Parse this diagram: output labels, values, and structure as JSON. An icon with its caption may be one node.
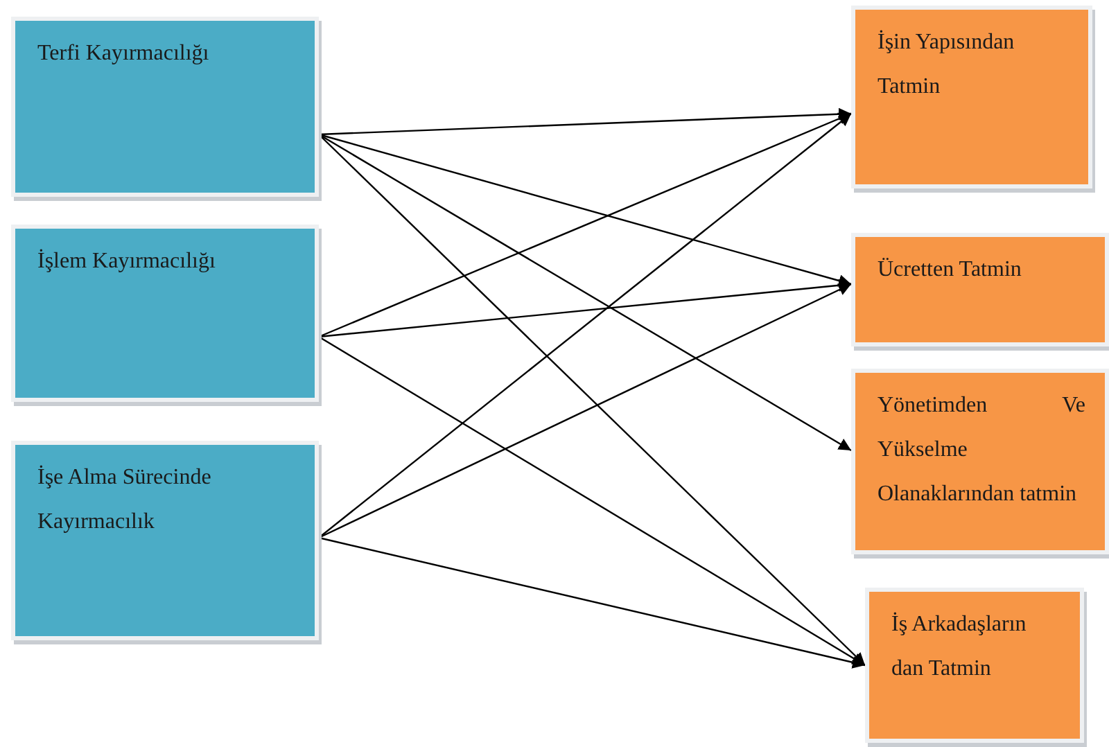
{
  "diagram": {
    "nodes": [
      {
        "text": [
          "Terfi Kayırmacılığı"
        ]
      },
      {
        "text": [
          "İşlem Kayırmacılığı"
        ]
      },
      {
        "text": [
          "İşe Alma Sürecinde Kayırmacılık"
        ]
      },
      {
        "text": [
          "İşin Yapısından Tatmin"
        ]
      },
      {
        "text": [
          "Ücretten Tatmin"
        ]
      },
      {
        "text": [
          "Yönetimden Ve Yükselme Olanaklarından tatmin"
        ]
      },
      {
        "text": [
          "İş Arkadaşların dan Tatmin"
        ]
      }
    ],
    "edges": [
      {
        "from": 0,
        "to": 3,
        "arrow": "to"
      },
      {
        "from": 0,
        "to": 4,
        "arrow": "to"
      },
      {
        "from": 0,
        "to": 5,
        "arrow": "to"
      },
      {
        "from": 0,
        "to": 6,
        "arrow": "to"
      },
      {
        "from": 1,
        "to": 3,
        "arrow": "to"
      },
      {
        "from": 1,
        "to": 4,
        "arrow": "to"
      },
      {
        "from": 1,
        "to": 6,
        "arrow": "to"
      },
      {
        "from": 2,
        "to": 3,
        "arrow": "to"
      },
      {
        "from": 2,
        "to": 4,
        "arrow": "to"
      },
      {
        "from": 2,
        "to": 6,
        "arrow": "to"
      }
    ]
  }
}
